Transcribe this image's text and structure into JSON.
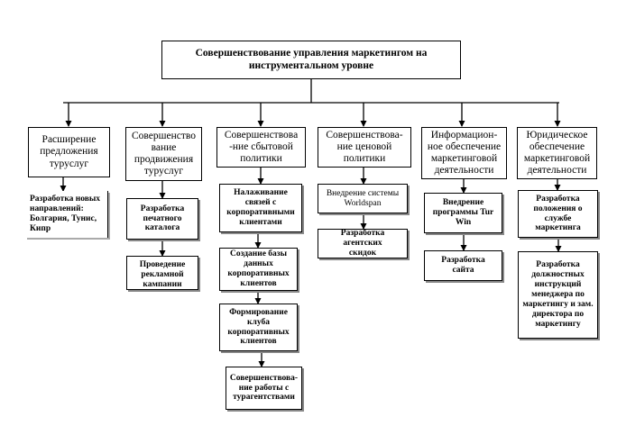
{
  "title": "Совершенствование управления маркетингом на\nинструментальном уровне",
  "branches": [
    {
      "label": "Расширение\nпредложения\nтуруслуг",
      "items": [
        "Разработка новых\nнаправлений:\nБолгария, Тунис,\nКипр"
      ]
    },
    {
      "label": "Совершенство\nвание\nпродвижения\nтуруслуг",
      "items": [
        "Разработка\nпечатного\nкаталога",
        "Проведение\nрекламной\nкампании"
      ]
    },
    {
      "label": "Совершенствова\n-ние сбытовой\nполитики",
      "items": [
        "Налаживание\nсвязей с\nкорпоративными\nклиентами",
        "Создание базы\nданных\nкорпоративных\nклиентов",
        "Формирование\nклуба\nкорпоративных\nклиентов",
        "Совершенствова-\nние работы с\nтурагентствами"
      ]
    },
    {
      "label": "Совершенствова-\nние ценовой\nполитики",
      "items": [
        "Внедрение системы\nWorldspan",
        "Разработка агентских\nскидок"
      ]
    },
    {
      "label": "Информацион-\nное обеспечение\nмаркетинговой\nдеятельности",
      "items": [
        "Внедрение\nпрограммы Tur\nWin",
        "Разработка\nсайта"
      ]
    },
    {
      "label": "Юридическое\nобеспечение\nмаркетинговой\nдеятельности",
      "items": [
        "Разработка\nположения о\nслужбе\nмаркетинга",
        "Разработка\nдолжностных\nинструкций\nменеджера по\nмаркетингу и зам.\nдиректора по\nмаркетингу"
      ]
    }
  ]
}
